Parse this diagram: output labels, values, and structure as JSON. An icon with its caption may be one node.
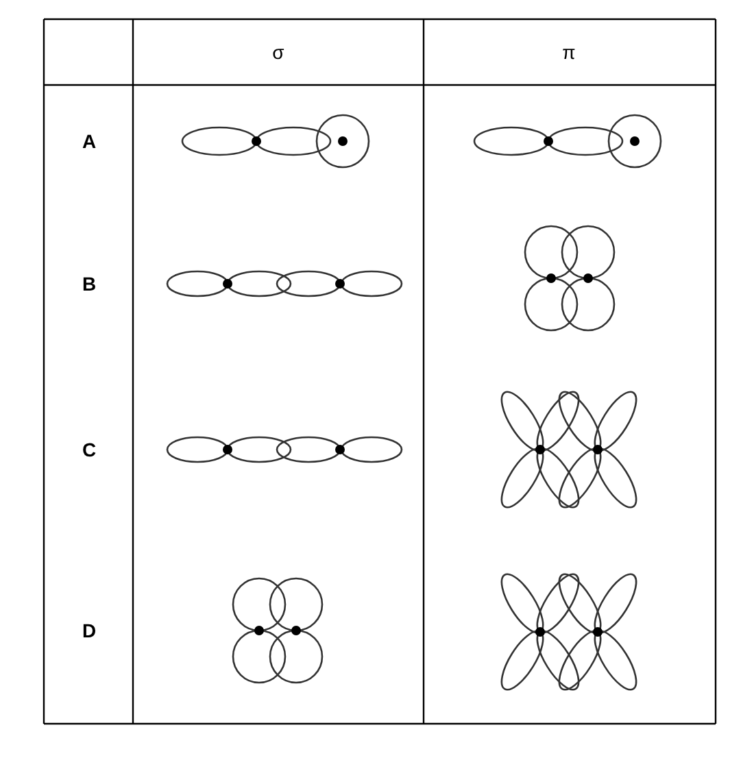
{
  "diagram": {
    "labels": [
      "σ",
      "π",
      "A",
      "B",
      "C",
      "D"
    ]
  }
}
